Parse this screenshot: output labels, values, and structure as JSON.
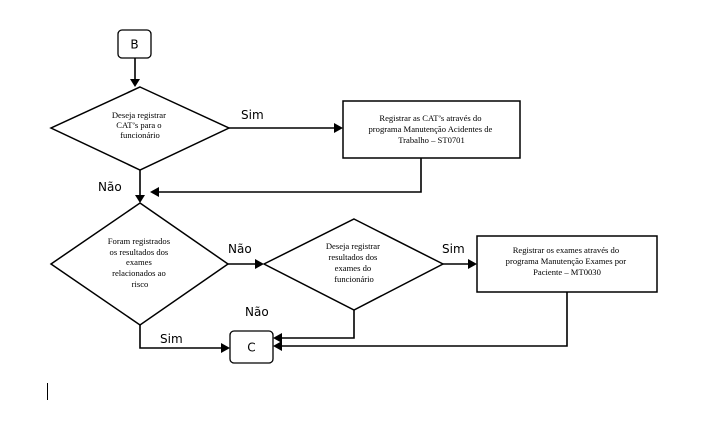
{
  "diagram": {
    "connector_b": "B",
    "connector_c": "C",
    "decision_cat": [
      "Deseja registrar",
      "CAT’s para o",
      "funcionário"
    ],
    "process_cat": [
      "Registrar as CAT’s através do",
      "programa Manutenção Acidentes de",
      "Trabalho – ST0701"
    ],
    "decision_results": [
      "Foram registrados",
      "os resultados dos",
      "exames",
      "relacionados ao",
      "risco"
    ],
    "decision_exams": [
      "Deseja registrar",
      "resultados dos",
      "exames do",
      "funcionário"
    ],
    "process_exams": [
      "Registrar os exames através do",
      "programa Manutenção Exames por",
      "Paciente – MT0030"
    ],
    "label_sim_1": "Sim",
    "label_nao_1": "Não",
    "label_nao_2": "Não",
    "label_sim_2": "Sim",
    "label_nao_3": "Não",
    "label_sim_3": "Sim"
  }
}
